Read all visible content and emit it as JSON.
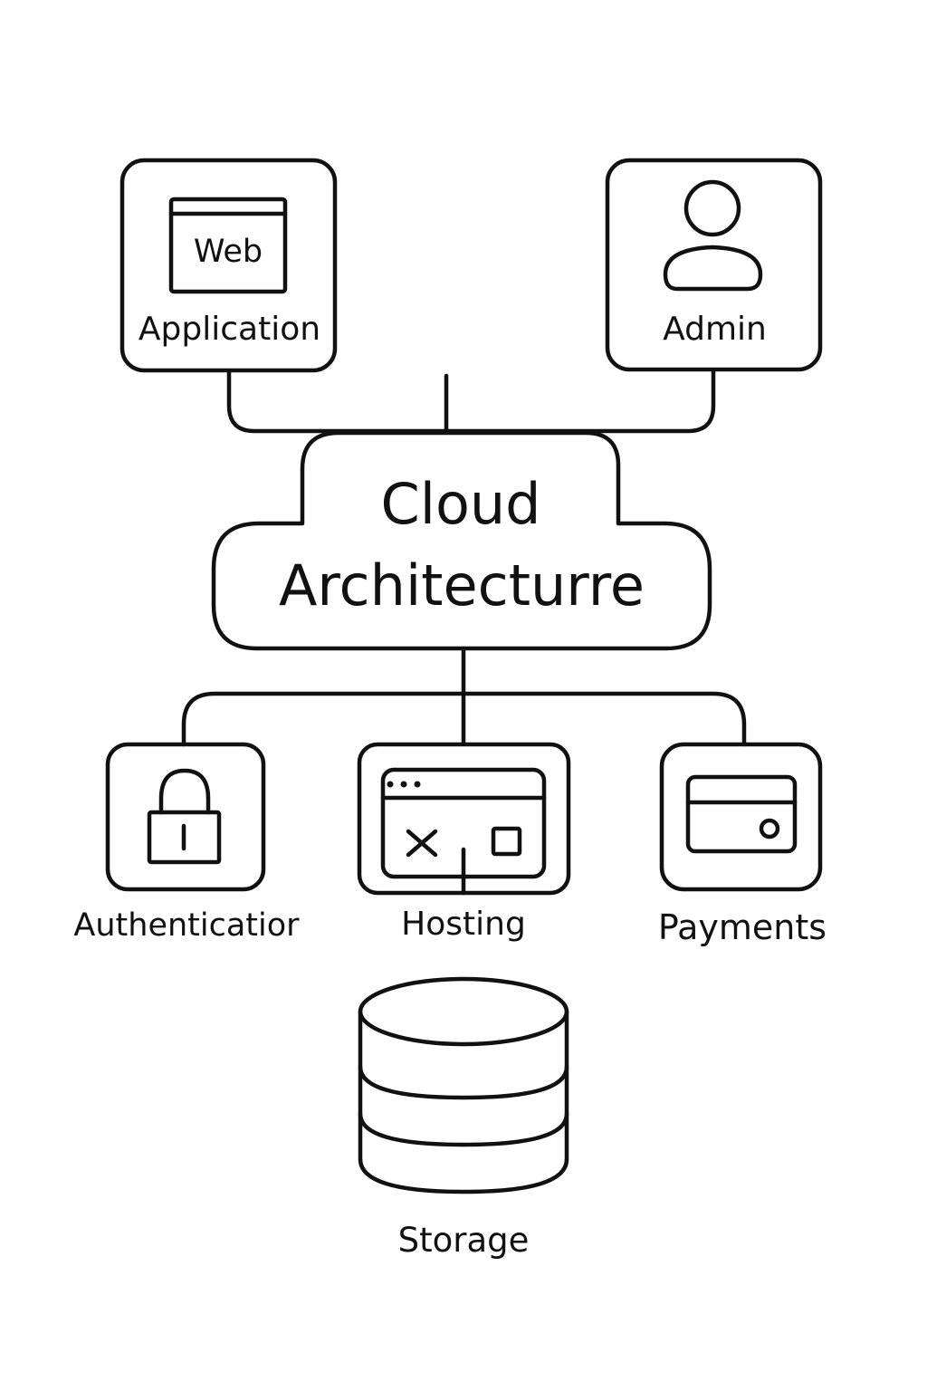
{
  "diagram": {
    "web_icon_text": "Web",
    "web_node_label": "Application",
    "admin_node_label": "Admin",
    "center_title_line1": "Cloud",
    "center_title_line2": "Architecturre",
    "auth_label": "Authenticatior",
    "hosting_label": "Hosting",
    "payments_label": "Payments",
    "storage_label": "Storage"
  },
  "colors": {
    "stroke": "#111111",
    "background": "#ffffff"
  },
  "icons": [
    "browser-window-icon",
    "user-icon",
    "cloud-shape",
    "padlock-icon",
    "hosting-window-icon",
    "credit-card-icon",
    "database-cylinder-icon"
  ]
}
